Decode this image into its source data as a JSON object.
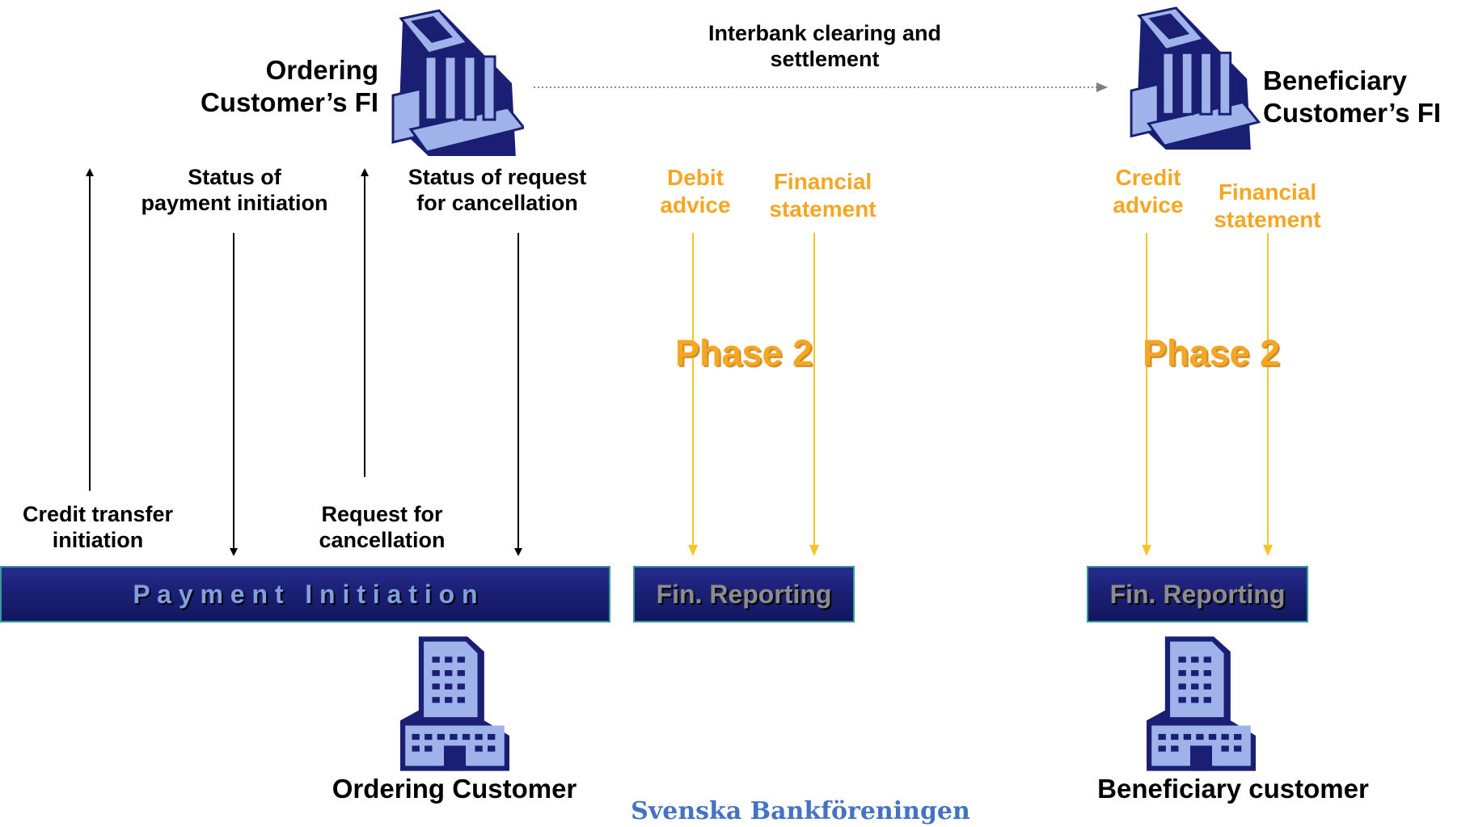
{
  "nodes": {
    "ordering_fi": "Ordering\nCustomer’s FI",
    "beneficiary_fi": "Beneficiary\nCustomer’s FI",
    "ordering_customer": "Ordering Customer",
    "beneficiary_customer": "Beneficiary customer"
  },
  "edges": {
    "interbank": "Interbank clearing and\nsettlement",
    "credit_transfer_initiation": "Credit transfer\ninitiation",
    "status_payment_initiation": "Status of\npayment initiation",
    "request_cancellation": "Request for\ncancellation",
    "status_request_cancellation": "Status of request\nfor cancellation",
    "debit_advice": "Debit\nadvice",
    "financial_statement_left": "Financial\nstatement",
    "credit_advice": "Credit\nadvice",
    "financial_statement_right": "Financial\nstatement"
  },
  "phases": {
    "left": "Phase 2",
    "right": "Phase 2"
  },
  "bars": {
    "payment_initiation": "P a y m e n t   I n i t i a t i o n",
    "fin_reporting_left": "Fin. Reporting",
    "fin_reporting_right": "Fin. Reporting"
  },
  "footer": "Svenska Bankföreningen",
  "colors": {
    "bar_fill": "#1a1f73",
    "bar_border": "#3a9a9a",
    "payment_text": "#7f9fdf",
    "reporting_text": "#8c8c8c",
    "phase2_accent": "#F5A623",
    "reporting_arrows": "#F7C52A",
    "footer_text": "#4472C4"
  },
  "icons": [
    "bank-building-icon",
    "office-building-icon"
  ]
}
